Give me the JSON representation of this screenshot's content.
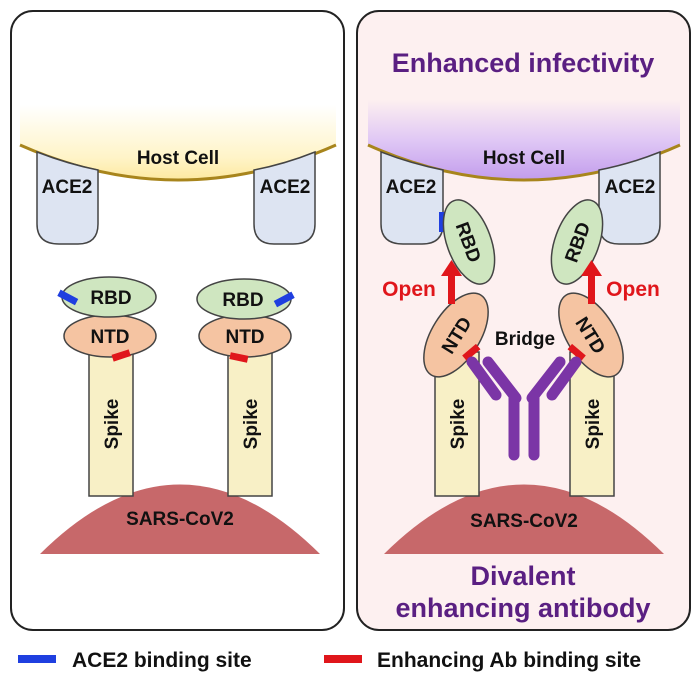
{
  "left_panel": {
    "host_cell": "Host Cell",
    "ace2_left": "ACE2",
    "ace2_right": "ACE2",
    "rbd_1": "RBD",
    "rbd_2": "RBD",
    "ntd_1": "NTD",
    "ntd_2": "NTD",
    "spike_1": "Spike",
    "spike_2": "Spike",
    "virus": "SARS-CoV2"
  },
  "right_panel": {
    "title": "Enhanced infectivity",
    "host_cell": "Host Cell",
    "ace2_left": "ACE2",
    "ace2_right": "ACE2",
    "rbd_1": "RBD",
    "rbd_2": "RBD",
    "ntd_1": "NTD",
    "ntd_2": "NTD",
    "open_left": "Open",
    "open_right": "Open",
    "bridge": "Bridge",
    "spike_1": "Spike",
    "spike_2": "Spike",
    "virus": "SARS-CoV2",
    "antibody_line1": "Divalent",
    "antibody_line2": "enhancing antibody"
  },
  "legend": {
    "ace2_site": "ACE2 binding site",
    "ab_site": "Enhancing Ab binding site"
  },
  "colors": {
    "ace2_site": "#1f3fe0",
    "ab_site": "#e0161b",
    "antibody": "#7b35a6",
    "title_text": "#5a1f82",
    "virus": "#c7686a",
    "spike": "#f8f0c6",
    "ntd": "#f5c4a2",
    "rbd": "#cfe6c0",
    "ace2": "#dde4f2",
    "membrane": "#a8851c",
    "host_glow": "#fff0b8",
    "right_host_glow": "#c9a5ef",
    "right_panel_bg": "#fdf0f0"
  }
}
